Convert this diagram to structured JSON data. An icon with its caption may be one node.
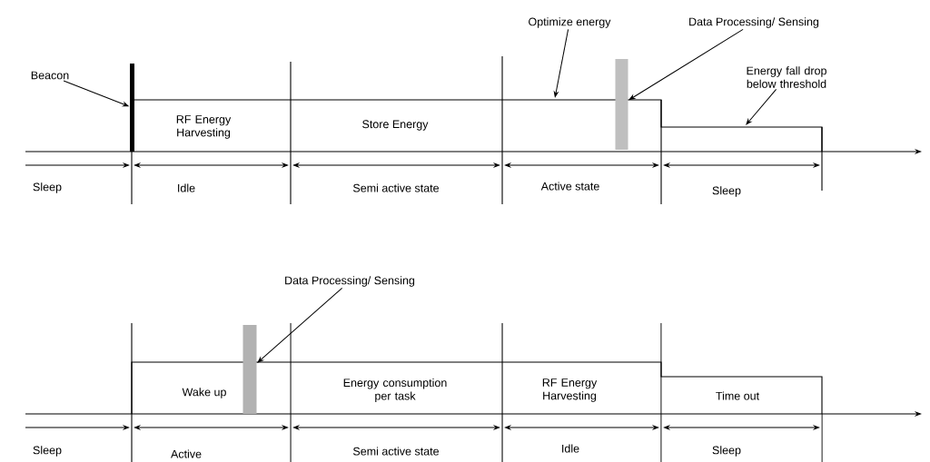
{
  "diagram": {
    "nodes": [
      {
        "text": [
          "Beacon"
        ]
      },
      {
        "text": [],
        "shape": "bar"
      },
      {
        "text": [
          "Optimize energy"
        ]
      },
      {
        "text": [
          "Data Processing/ Sensing"
        ]
      },
      {
        "text": [],
        "shape": "bar"
      },
      {
        "text": [
          "Energy fall drop below threshold"
        ]
      },
      {
        "text": [
          "Data Processing/ Sensing"
        ]
      },
      {
        "text": [],
        "shape": "bar"
      }
    ],
    "edges": [
      {
        "from": 0,
        "to": 1,
        "arrow": "to"
      },
      {
        "from": 2,
        "to": null,
        "arrow": "to"
      },
      {
        "from": 3,
        "to": 4,
        "arrow": "to"
      },
      {
        "from": 5,
        "to": null,
        "arrow": "to"
      },
      {
        "from": 6,
        "to": 7,
        "arrow": "to"
      }
    ],
    "labels": [
      "RF Energy Harvesting",
      "Store Energy",
      "Sleep",
      "Idle",
      "Semi active state",
      "Active state",
      "Sleep",
      "Wake up",
      "Energy consumption per task",
      "RF Energy Harvesting",
      "Time out",
      "Sleep",
      "Active",
      "Semi active state",
      "Idle",
      "Sleep"
    ]
  }
}
